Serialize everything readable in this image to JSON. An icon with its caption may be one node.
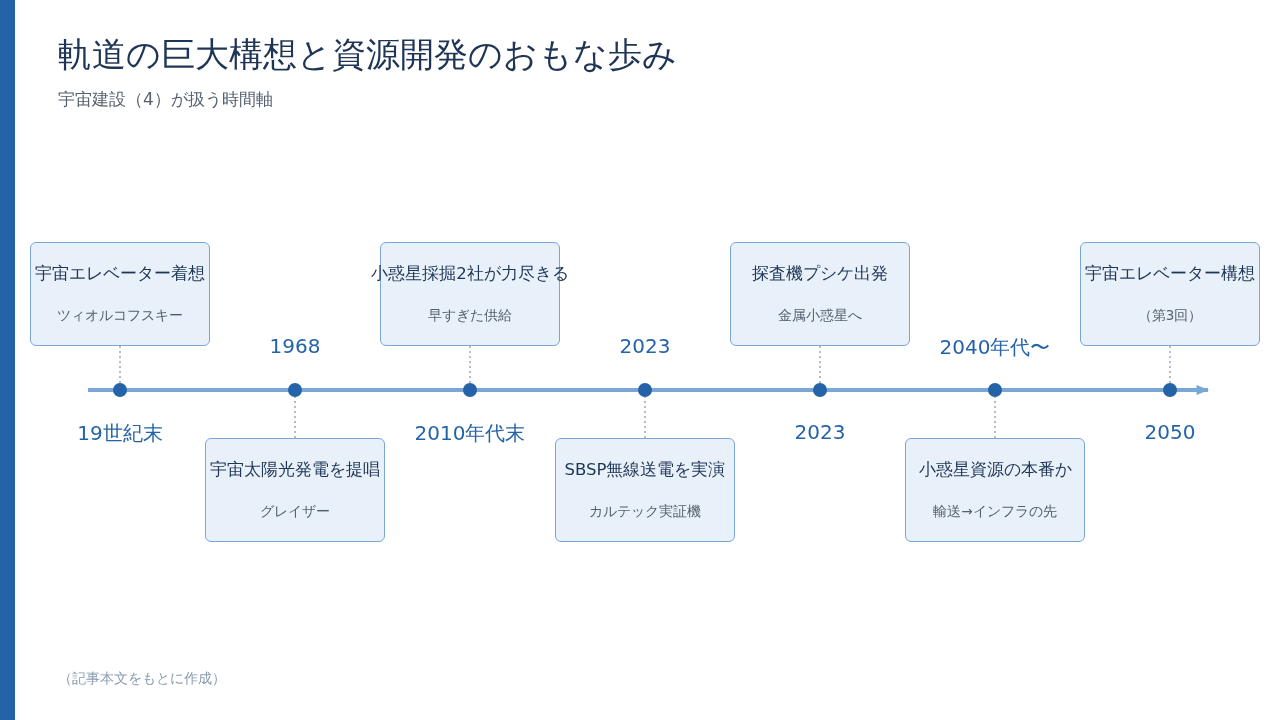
{
  "diagram": {
    "title": "軌道の巨大構想と資源開発のおもな歩み",
    "nodes": [
      {
        "text": [
          "宇宙エレベーター着想",
          "ツィオルコフスキー"
        ]
      },
      {
        "text": [
          "宇宙太陽光発電を提唱",
          "グレイザー"
        ]
      },
      {
        "text": [
          "小惑星採掘2社が力尽きる",
          "早すぎた供給"
        ]
      },
      {
        "text": [
          "SBSP無線送電を実演",
          "カルテック実証機"
        ]
      },
      {
        "text": [
          "探査機プシケ出発",
          "金属小惑星へ"
        ]
      },
      {
        "text": [
          "小惑星資源の本番か",
          "輸送→インフラの先"
        ]
      },
      {
        "text": [
          "宇宙エレベーター構想",
          "（第3回）"
        ]
      },
      {
        "text": [],
        "shape": "circle",
        "beside": [
          "19世紀末"
        ]
      },
      {
        "text": [],
        "shape": "circle",
        "beside": [
          "1968"
        ]
      },
      {
        "text": [],
        "shape": "circle",
        "beside": [
          "2010年代末"
        ]
      },
      {
        "text": [],
        "shape": "circle",
        "beside": [
          "2023"
        ]
      },
      {
        "text": [],
        "shape": "circle",
        "beside": [
          "2023"
        ]
      },
      {
        "text": [],
        "shape": "circle",
        "beside": [
          "2040年代〜"
        ]
      },
      {
        "text": [],
        "shape": "circle",
        "beside": [
          "2050"
        ]
      }
    ],
    "edges": [
      {
        "from": 0,
        "to": 7,
        "arrow": "none",
        "style": "dashed"
      },
      {
        "from": 1,
        "to": 8,
        "arrow": "none",
        "style": "dashed"
      },
      {
        "from": 2,
        "to": 9,
        "arrow": "none",
        "style": "dashed"
      },
      {
        "from": 3,
        "to": 10,
        "arrow": "none",
        "style": "dashed"
      },
      {
        "from": 4,
        "to": 11,
        "arrow": "none",
        "style": "dashed"
      },
      {
        "from": 5,
        "to": 12,
        "arrow": "none",
        "style": "dashed"
      },
      {
        "from": 6,
        "to": 13,
        "arrow": "none",
        "style": "dashed"
      }
    ],
    "labels": [
      "宇宙建設（4）が扱う時間軸",
      "（記事本文をもとに作成）"
    ]
  }
}
